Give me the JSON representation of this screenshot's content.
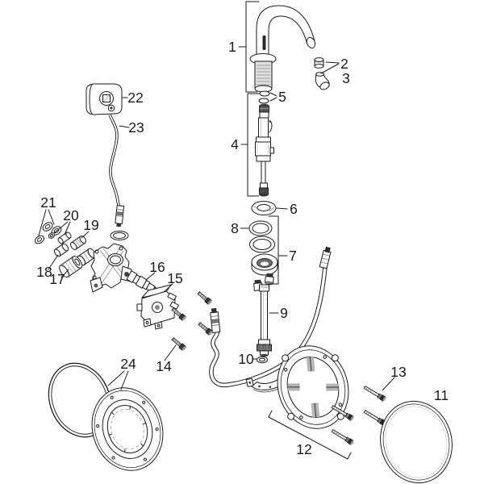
{
  "colors": {
    "ink": "#1a1a1a",
    "paper": "#ffffff"
  },
  "callouts": {
    "c1": "1",
    "c2": "2",
    "c3": "3",
    "c4": "4",
    "c5": "5",
    "c6": "6",
    "c7": "7",
    "c8": "8",
    "c9": "9",
    "c10": "10",
    "c11": "11",
    "c12": "12",
    "c13": "13",
    "c14": "14",
    "c15": "15",
    "c16": "16",
    "c17": "17",
    "c18": "18",
    "c19": "19",
    "c20": "20",
    "c21": "21",
    "c22": "22",
    "c23": "23",
    "c24": "24"
  }
}
